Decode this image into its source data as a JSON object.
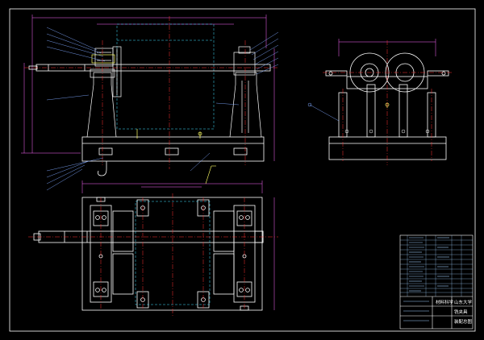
{
  "drawing": {
    "background": "#000000",
    "line_colors": {
      "frame": "#ffffff",
      "outline": "#ffffff",
      "center": "#ff3030",
      "leader": "#7fa7ff",
      "dimension": "#ff66ff",
      "hidden": "#40e0ff",
      "part": "#ffff66",
      "hatch": "#ff6060"
    }
  },
  "views": {
    "front_view": {
      "label": "front-view"
    },
    "side_view": {
      "label": "side-view"
    },
    "top_view": {
      "label": "top-view"
    }
  },
  "title_block": {
    "institution": "山东大学",
    "drawing_title": "铣夹具",
    "drawing_number": "装配总图",
    "school_label": "材料科学"
  }
}
